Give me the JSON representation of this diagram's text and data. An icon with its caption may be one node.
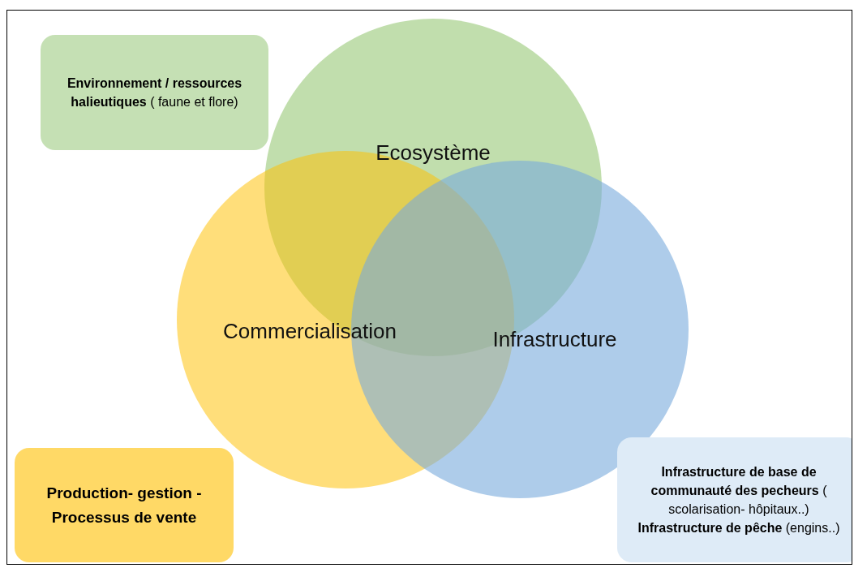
{
  "diagram": {
    "nodes": [
      {
        "text": [
          "**Environnement / ressources halieutiques** ( faune et flore)"
        ]
      },
      {
        "text": [
          "Ecosystème"
        ]
      },
      {
        "text": [
          "Commercialisation"
        ]
      },
      {
        "text": [
          "Infrastructure"
        ]
      },
      {
        "text": [
          "Production- gestion - Processus de vente"
        ]
      },
      {
        "text": [
          "**Infrastructure de base de communauté des pecheurs** ( scolarisation- hôpitaux..)",
          "**Infrastructure de pêche** (engins..)"
        ]
      }
    ]
  }
}
